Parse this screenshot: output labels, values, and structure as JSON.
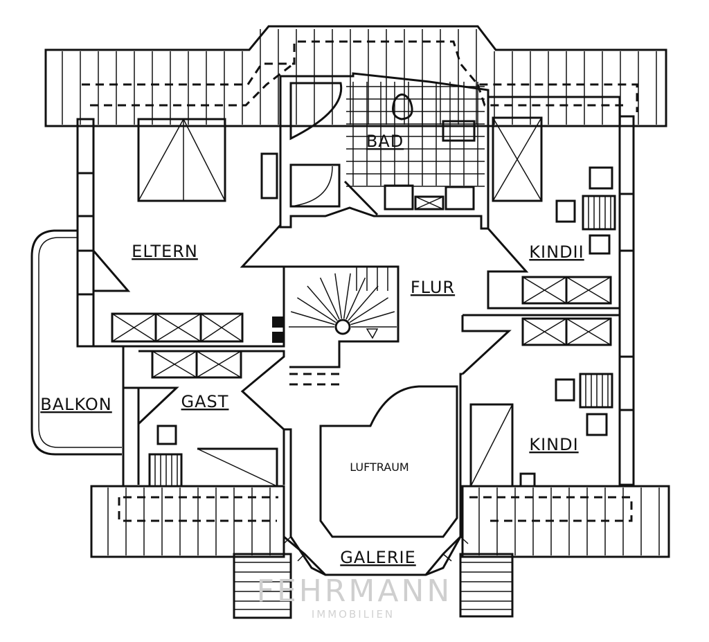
{
  "rooms": {
    "eltern": "ELTERN",
    "bad": "BAD",
    "kind2": "KINDII",
    "flur": "FLUR",
    "gast": "GAST",
    "balkon": "BALKON",
    "luftraum": "LUFTRAUM",
    "kind1": "KINDI",
    "galerie": "GALERIE"
  },
  "watermark": {
    "brand": "FEHRMANN",
    "sub": "IMMOBILIEN"
  }
}
